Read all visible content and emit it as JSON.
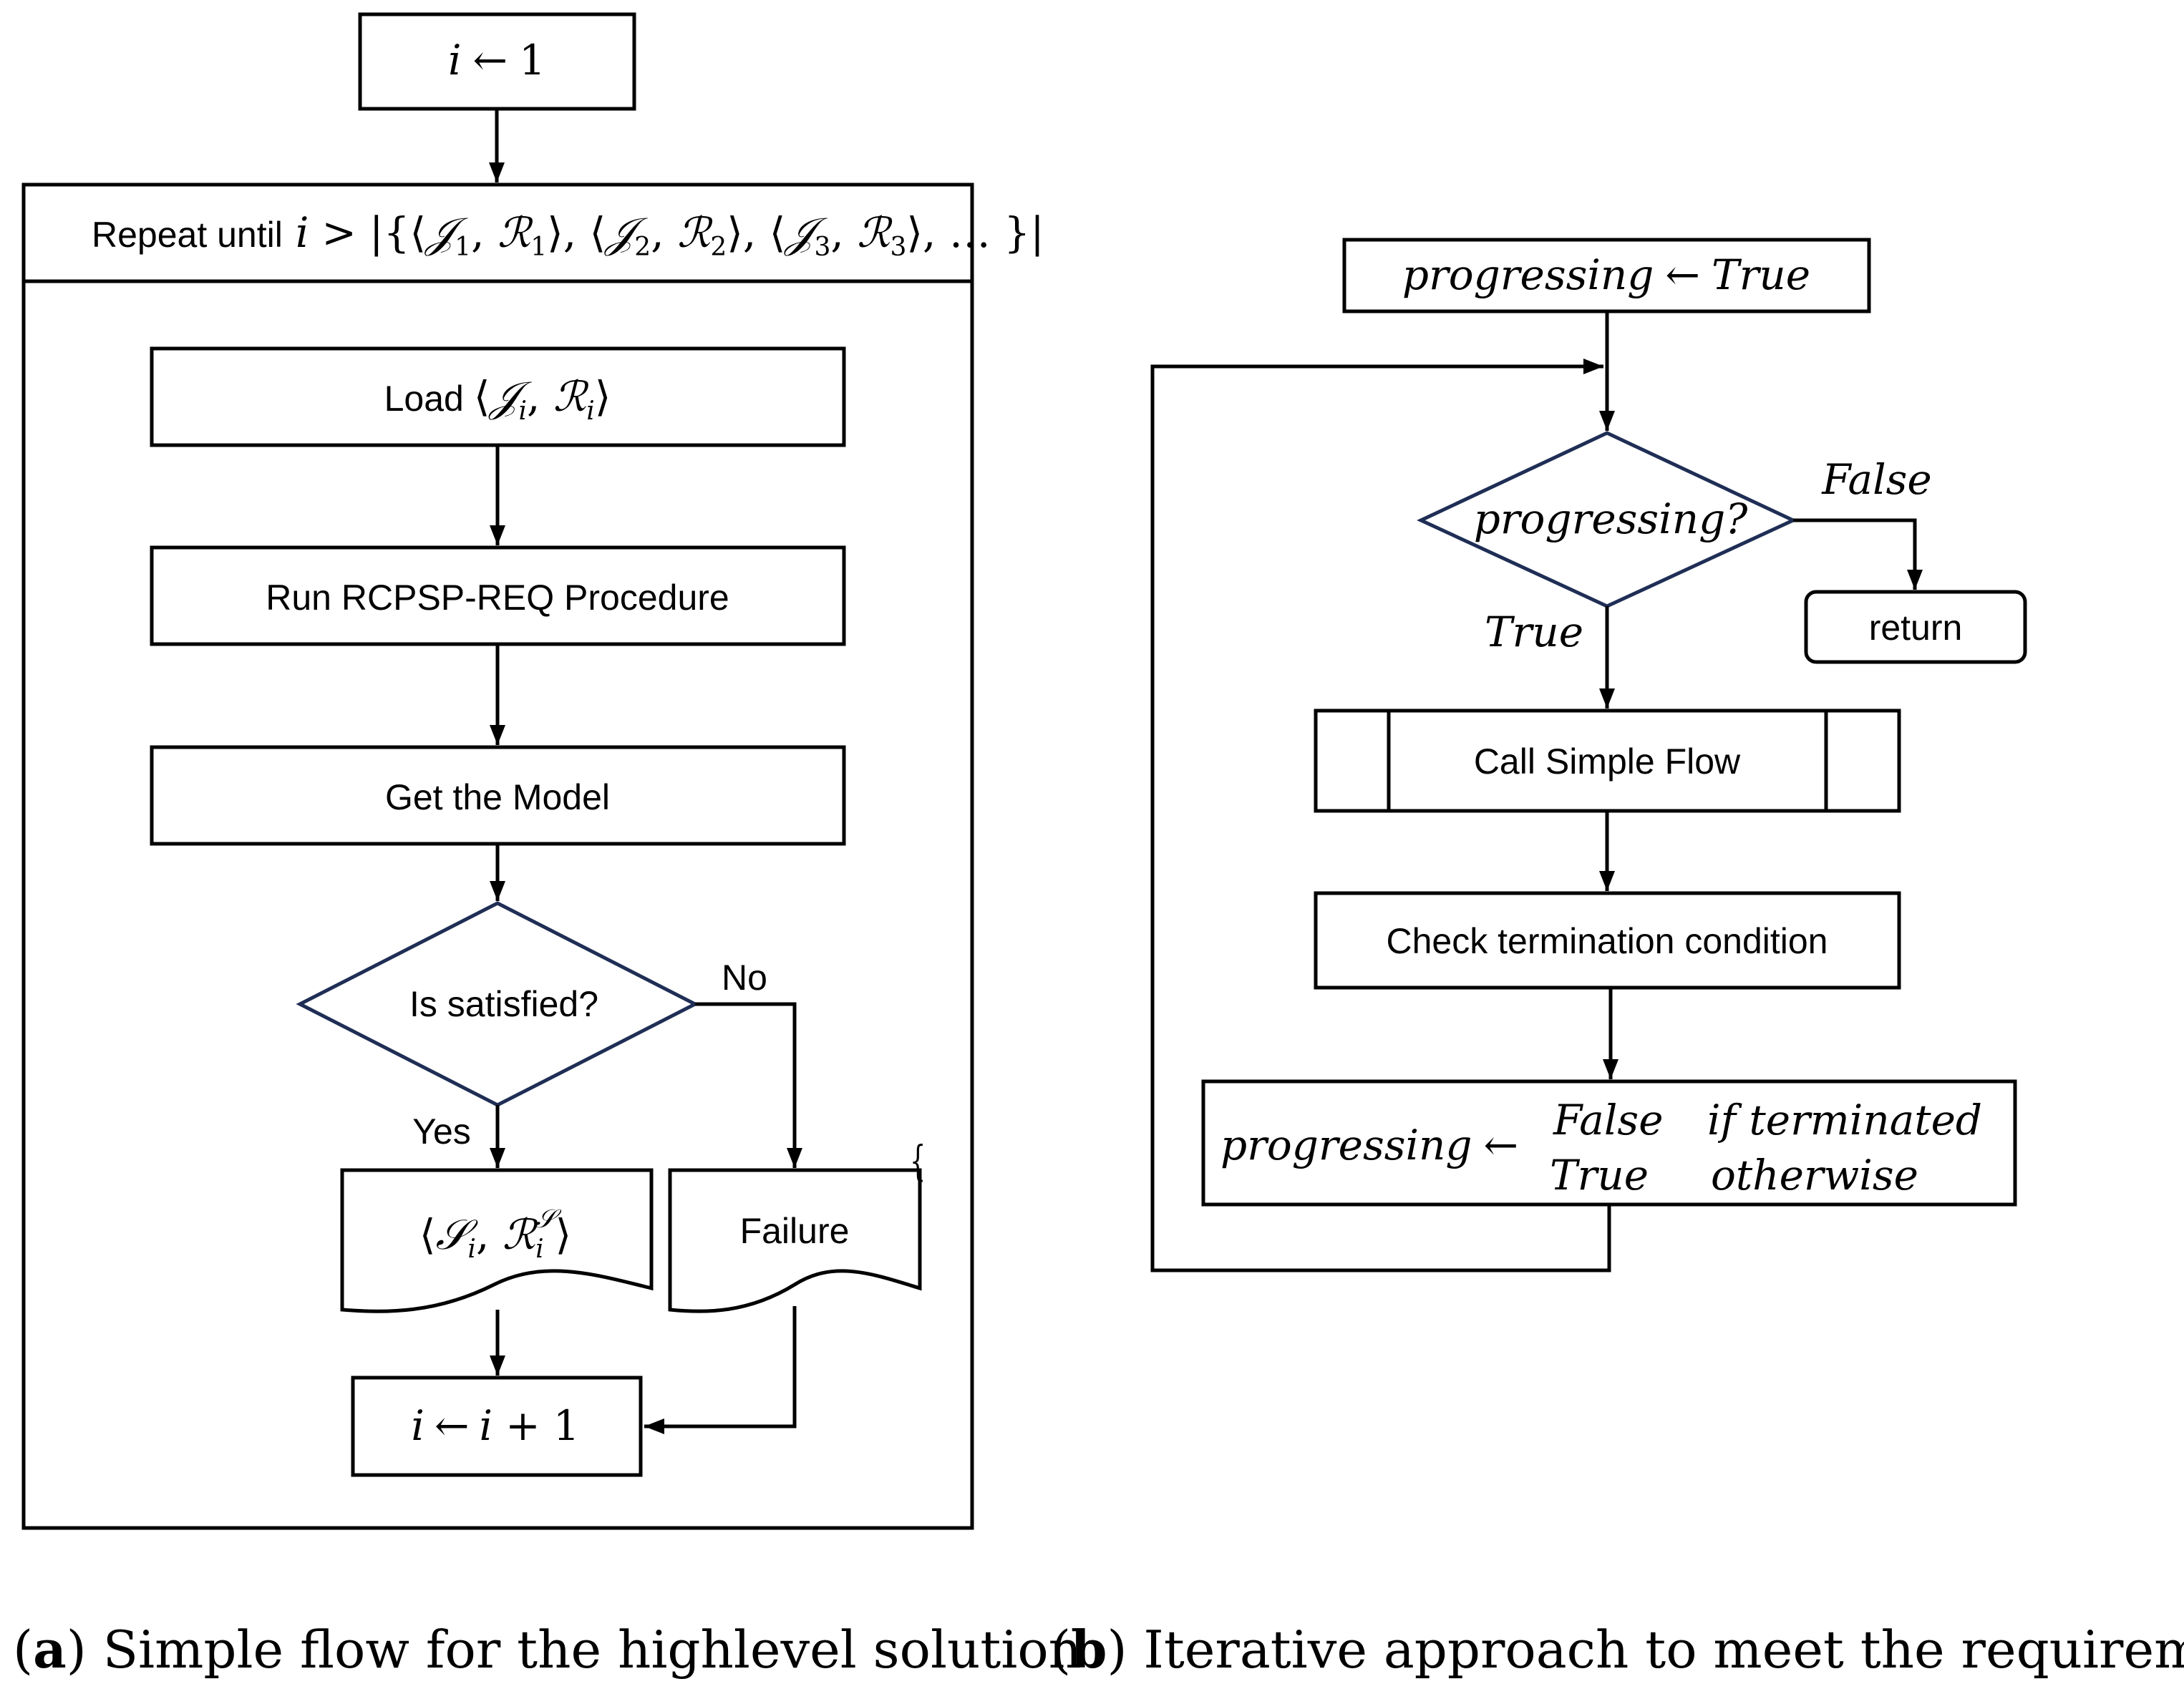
{
  "panel_a": {
    "init_box": {
      "var": "i",
      "arrow": "←",
      "value": "1"
    },
    "loop_header": {
      "text": "Repeat until",
      "var": "i",
      "op": ">",
      "set_open": "|{",
      "pairs": [
        {
          "j": "𝒥",
          "r": "ℛ",
          "sub": "1"
        },
        {
          "j": "𝒥",
          "r": "ℛ",
          "sub": "2"
        },
        {
          "j": "𝒥",
          "r": "ℛ",
          "sub": "3"
        }
      ],
      "set_close": "… }|"
    },
    "load_box": {
      "text": "Load",
      "j": "𝒥",
      "r": "ℛ",
      "sub": "i"
    },
    "run_box": "Run RCPSP-REQ Procedure",
    "model_box": "Get the Model",
    "decision": "Is satisfied?",
    "no_label": "No",
    "yes_label": "Yes",
    "success_doc": {
      "s": "𝒮",
      "r": "ℛ",
      "sub": "i",
      "sup": "𝒮"
    },
    "failure_doc": "Failure",
    "increment_box": {
      "lhs": "i",
      "arrow": "←",
      "rhs": "i",
      "plus": "+",
      "one": "1"
    }
  },
  "panel_b": {
    "init_box": {
      "var": "progressing",
      "arrow": "←",
      "value": "True"
    },
    "decision": "progressing?",
    "false_label": "False",
    "true_label": "True",
    "return_box": "return",
    "call_box": "Call Simple Flow",
    "check_box": "Check termination condition",
    "assign_box": {
      "var": "progressing",
      "arrow": "←",
      "case1_value": "False",
      "case1_cond": "if terminated",
      "case2_value": "True",
      "case2_cond": "otherwise"
    }
  },
  "captions": {
    "a_letter": "a",
    "a_text": "Simple flow for the highlevel solution",
    "b_letter": "b",
    "b_text": "Iterative approach to meet the requirements"
  }
}
